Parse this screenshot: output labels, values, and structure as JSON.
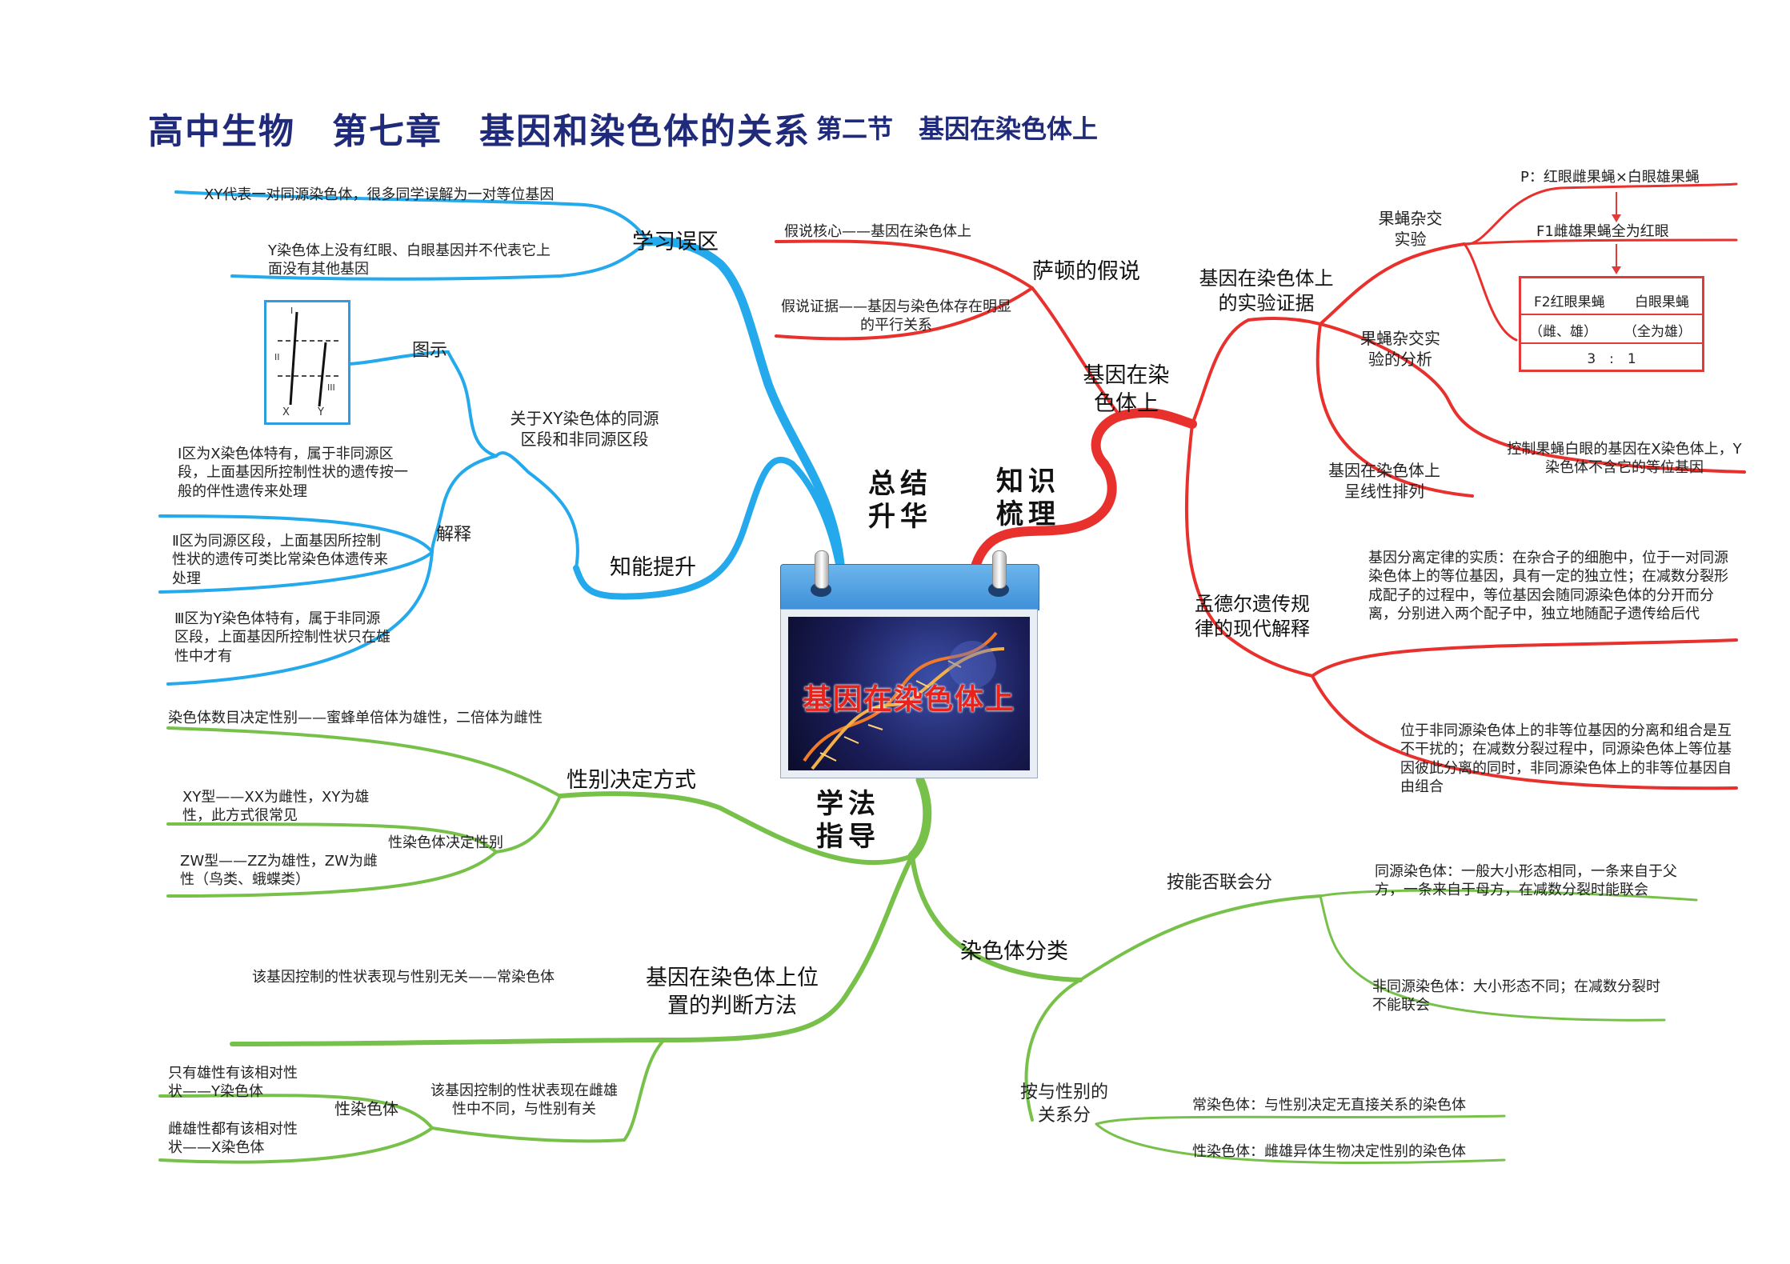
{
  "title": "高中生物　第七章　基因和染色体的关系",
  "subtitle": "第二节　基因在染色体上",
  "center": "基因在染色体上",
  "colors": {
    "blue": "#23a9ec",
    "red": "#e8302c",
    "green": "#77c14a",
    "title": "#1f2a7a"
  },
  "quadrants": {
    "summary": "总结升华",
    "knowledge": "知识梳理",
    "method": "学法指导"
  },
  "summary": {
    "mistakes": {
      "label": "学习误区",
      "items": [
        "XY代表一对同源染色体，很多同学误解为一对等位基因",
        "Y染色体上没有红眼、白眼基因并不代表它上面没有其他基因"
      ]
    },
    "improve": {
      "label": "知能提升",
      "xy": {
        "label": "关于XY染色体的同源区段和非同源区段",
        "diagram": "图示",
        "roman": [
          "I",
          "II",
          "III"
        ],
        "axis": [
          "X",
          "Y"
        ],
        "explain": "解释",
        "items": [
          "I区为X染色体特有，属于非同源区段，上面基因所控制性状的遗传按一般的伴性遗传来处理",
          "Ⅱ区为同源区段，上面基因所控制性状的遗传可类比常染色体遗传来处理",
          "Ⅲ区为Y染色体特有，属于非同源区段，上面基因所控制性状只在雄性中才有"
        ]
      }
    }
  },
  "knowledge": {
    "sutton": {
      "label": "萨顿的假说",
      "items": [
        "假说核心——基因在染色体上",
        "假说证据——基因与染色体存在明显的平行关系"
      ]
    },
    "gene": {
      "label": "基因在染色体上",
      "evidence": {
        "label": "基因在染色体上的实验证据",
        "cross": {
          "label": "果蝇杂交实验",
          "p": "P：红眼雌果蝇×白眼雄果蝇",
          "f1": "F1雌雄果蝇全为红眼",
          "f2_red": "F2红眼果蝇",
          "f2_white": "白眼果蝇",
          "red_sex": "（雌、雄）",
          "white_sex": "（全为雄）",
          "ratio": "3　:　1"
        },
        "analysis": {
          "label": "果蝇杂交实验的分析",
          "item": "控制果蝇白眼的基因在X染色体上，Y染色体不含它的等位基因"
        },
        "linear": "基因在染色体上呈线性排列"
      },
      "mendel": {
        "label": "孟德尔遗传规律的现代解释",
        "items": [
          "基因分离定律的实质：在杂合子的细胞中，位于一对同源染色体上的等位基因，具有一定的独立性；在减数分裂形成配子的过程中，等位基因会随同源染色体的分开而分离，分别进入两个配子中，独立地随配子遗传给后代",
          "位于非同源染色体上的非等位基因的分离和组合是互不干扰的；在减数分裂过程中，同源染色体上等位基因彼此分离的同时，非同源染色体上的非等位基因自由组合"
        ]
      }
    }
  },
  "method": {
    "sex": {
      "label": "性别决定方式",
      "count": "染色体数目决定性别——蜜蜂单倍体为雄性，二倍体为雌性",
      "sexchrom": {
        "label": "性染色体决定性别",
        "items": [
          "XY型——XX为雌性，XY为雄性，此方式很常见",
          "ZW型——ZZ为雄性，ZW为雌性（鸟类、蛾蝶类）"
        ]
      }
    },
    "position": {
      "label": "基因在染色体上位置的判断方法",
      "autosome": "该基因控制的性状表现与性别无关——常染色体",
      "sexrel": {
        "label": "该基因控制的性状表现在雌雄性中不同，与性别有关",
        "sexchrom": "性染色体",
        "items": [
          "只有雄性有该相对性状——Y染色体",
          "雌雄性都有该相对性状——X染色体"
        ]
      }
    },
    "classify": {
      "label": "染色体分类",
      "synapse": {
        "label": "按能否联会分",
        "items": [
          "同源染色体：一般大小形态相同，一条来自于父方，一条来自于母方，在减数分裂时能联会",
          "非同源染色体：大小形态不同；在减数分裂时不能联会"
        ]
      },
      "sexrel": {
        "label": "按与性别的关系分",
        "items": [
          "常染色体：与性别决定无直接关系的染色体",
          "性染色体：雌雄异体生物决定性别的染色体"
        ]
      }
    }
  }
}
